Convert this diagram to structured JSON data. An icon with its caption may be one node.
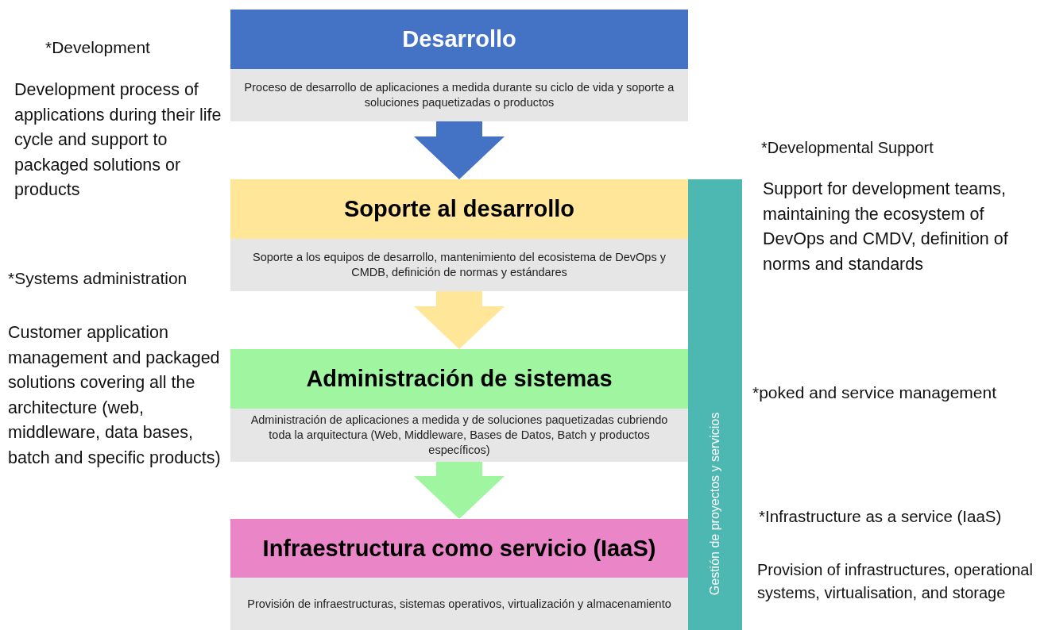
{
  "diagram": {
    "nodes": [
      {
        "text": [
          "Desarrollo",
          "Proceso de desarrollo de aplicaciones a medida durante su ciclo de vida y soporte a soluciones paquetizadas o productos"
        ]
      },
      {
        "text": [
          "Soporte al desarrollo",
          "Soporte a los equipos de desarrollo, mantenimiento del ecosistema de DevOps y CMDB, definición de normas y estándares"
        ]
      },
      {
        "text": [
          "Administración de sistemas",
          "Administración de aplicaciones a medida y de soluciones paquetizadas cubriendo toda la arquitectura (Web, Middleware, Bases de Datos, Batch y productos específicos)"
        ]
      },
      {
        "text": [
          "Infraestructura como servicio (IaaS)",
          "Provisión de infraestructuras, sistemas operativos, virtualización y almacenamiento"
        ]
      },
      {
        "text": [
          "Gestión de proyectos y servicios"
        ]
      }
    ],
    "edges": [
      {
        "from": 0,
        "to": 1,
        "arrow": "to",
        "style": "thick",
        "color": "#4472c4"
      },
      {
        "from": 1,
        "to": 2,
        "arrow": "to",
        "style": "thick",
        "color": "#ffe699"
      },
      {
        "from": 2,
        "to": 3,
        "arrow": "to",
        "style": "thick",
        "color": "#a0f5a0"
      }
    ],
    "labels": [
      "*Development",
      "Development process of applications during their life cycle and support to packaged solutions or products",
      "*Developmental Support",
      "Support for development teams, maintaining the ecosystem of DevOps and CMDV, definition of norms and standards",
      "*Systems administration",
      "Customer application management and packaged solutions covering all the architecture (web, middleware, data bases, batch and specific products)",
      "*poked and service management",
      "*Infrastructure as a service (IaaS)",
      "Provision of infrastructures, operational systems, virtualisation, and storage"
    ]
  }
}
